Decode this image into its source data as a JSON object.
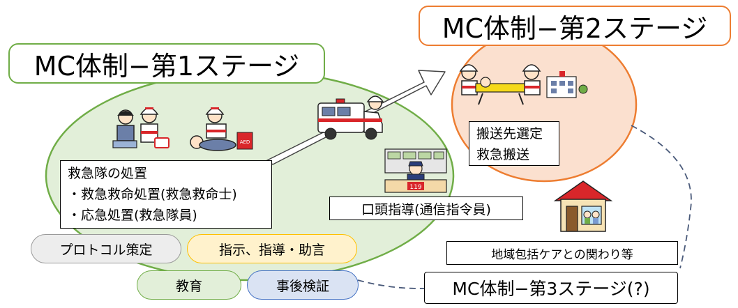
{
  "stage1": {
    "title": "MC体制−第1ステージ",
    "measures_title": "救急隊の処置",
    "measures": [
      "・救急救命処置(救急救命士)",
      "・応急処置(救急隊員)"
    ],
    "oral_guidance": "口頭指導(通信指令員)"
  },
  "stage2": {
    "title": "MC体制−第2ステージ",
    "items": [
      "搬送先選定",
      "救急搬送"
    ]
  },
  "stage3": {
    "title": "MC体制−第3ステージ(?)",
    "community": "地域包括ケアとの関わり等"
  },
  "pills": {
    "protocol": "プロトコル策定",
    "instruction": "指示、指導・助言",
    "education": "教育",
    "review": "事後検証"
  },
  "dispatch_sign": "119",
  "aed_label": "AED",
  "colors": {
    "stage1_fill": "#e2efd9",
    "stage1_border": "#70ad47",
    "stage2_fill": "#fbe0cf",
    "stage2_border": "#ed7d31",
    "protocol_fill": "#ededed",
    "instruction_fill": "#fff2cc",
    "education_fill": "#e2efd9",
    "review_fill": "#dae3f3"
  }
}
